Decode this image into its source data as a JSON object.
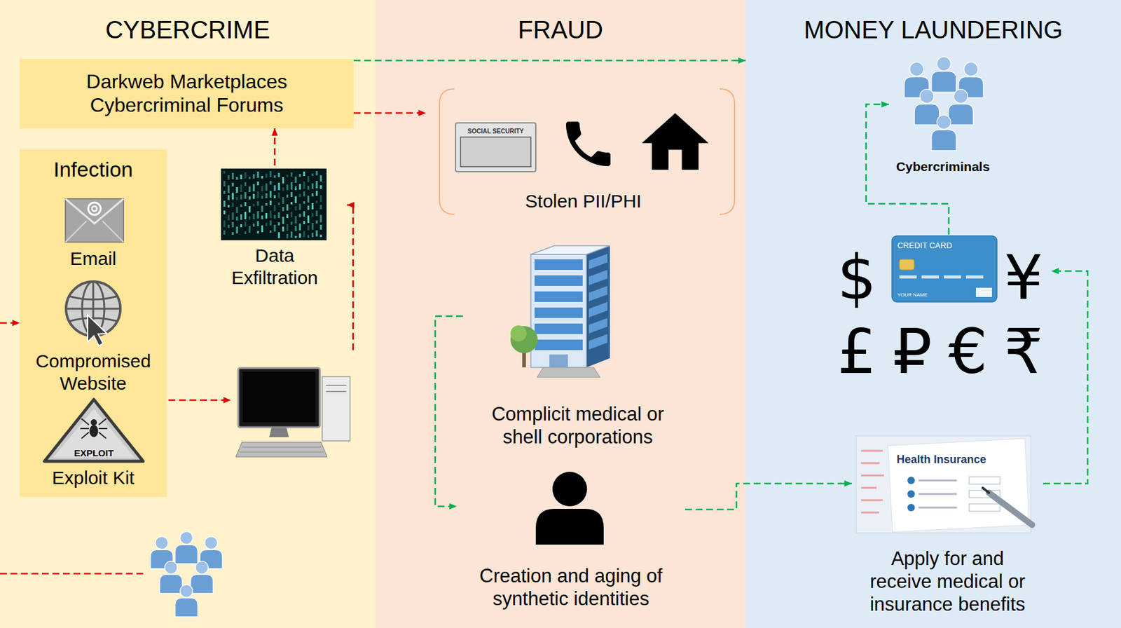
{
  "diagram": {
    "nodes": [
      {
        "text": [
          "CYBERCRIME"
        ]
      },
      {
        "text": [
          "Darkweb Marketplaces Cybercriminal Forums"
        ],
        "in": 0
      },
      {
        "text": [
          "Infection",
          "Email",
          "Compromised Website",
          "Exploit Kit"
        ],
        "in": 0
      },
      {
        "text": [
          "Data Exfiltration"
        ],
        "in": 0
      },
      {
        "text": [
          "FRAUD"
        ]
      },
      {
        "text": [
          "Stolen PII/PHI"
        ],
        "in": 4
      },
      {
        "text": [
          "Complicit medical or shell corporations"
        ],
        "in": 4
      },
      {
        "text": [
          "Creation and aging of synthetic identities"
        ],
        "in": 4
      },
      {
        "text": [
          "MONEY LAUNDERING"
        ]
      },
      {
        "text": [
          "Cybercriminals"
        ],
        "in": 8
      },
      {
        "text": [
          "$",
          "¥",
          "£",
          "₽",
          "€",
          "₹"
        ],
        "in": 8
      },
      {
        "text": [
          "Apply for and receive medical or insurance benefits"
        ],
        "in": 8
      }
    ],
    "edges": [
      {
        "from": 1,
        "to": 5,
        "arrow": "to"
      },
      {
        "from": 1,
        "to": 8,
        "arrow": "to"
      },
      {
        "from": 3,
        "to": 1,
        "arrow": "to"
      },
      {
        "from": 6,
        "to": 7,
        "arrow": "to"
      },
      {
        "from": 7,
        "to": 11,
        "arrow": "to"
      },
      {
        "from": 11,
        "to": 10,
        "arrow": "to"
      },
      {
        "from": 10,
        "to": 9,
        "arrow": "to"
      }
    ],
    "labels": [
      "SOCIAL SECURITY",
      "EXPLOIT",
      "CREDIT CARD",
      "YOUR NAME",
      "Health Insurance"
    ]
  }
}
